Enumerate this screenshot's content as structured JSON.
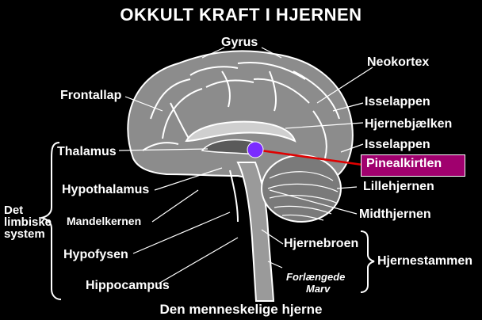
{
  "title": "OKKULT KRAFT I HJERNEN",
  "caption": "Den menneskelige hjerne",
  "labels": {
    "gyrus": "Gyrus",
    "neokortex": "Neokortex",
    "frontallap": "Frontallap",
    "isselappen1": "Isselappen",
    "hjernebjaelken": "Hjernebjælken",
    "isselappen2": "Isselappen",
    "pinealkirtlen": "Pinealkirtlen",
    "thalamus": "Thalamus",
    "lillehjernen": "Lillehjernen",
    "hypothalamus": "Hypothalamus",
    "midthjernen": "Midthjernen",
    "mandelkernen": "Mandelkernen",
    "hjernebroen": "Hjernebroen",
    "hjernestammen": "Hjernestammen",
    "hypofysen": "Hypofysen",
    "forlaengede_line1": "Forlængede",
    "forlaengede_line2": "Marv",
    "hippocampus": "Hippocampus",
    "limbic_line1": "Det",
    "limbic_line2": "limbiske",
    "limbic_line3": "system"
  },
  "colors": {
    "background": "#000000",
    "highlight_box": "#a0006e",
    "pineal_dot": "#7b2cff",
    "pointer_line": "#e00000"
  }
}
